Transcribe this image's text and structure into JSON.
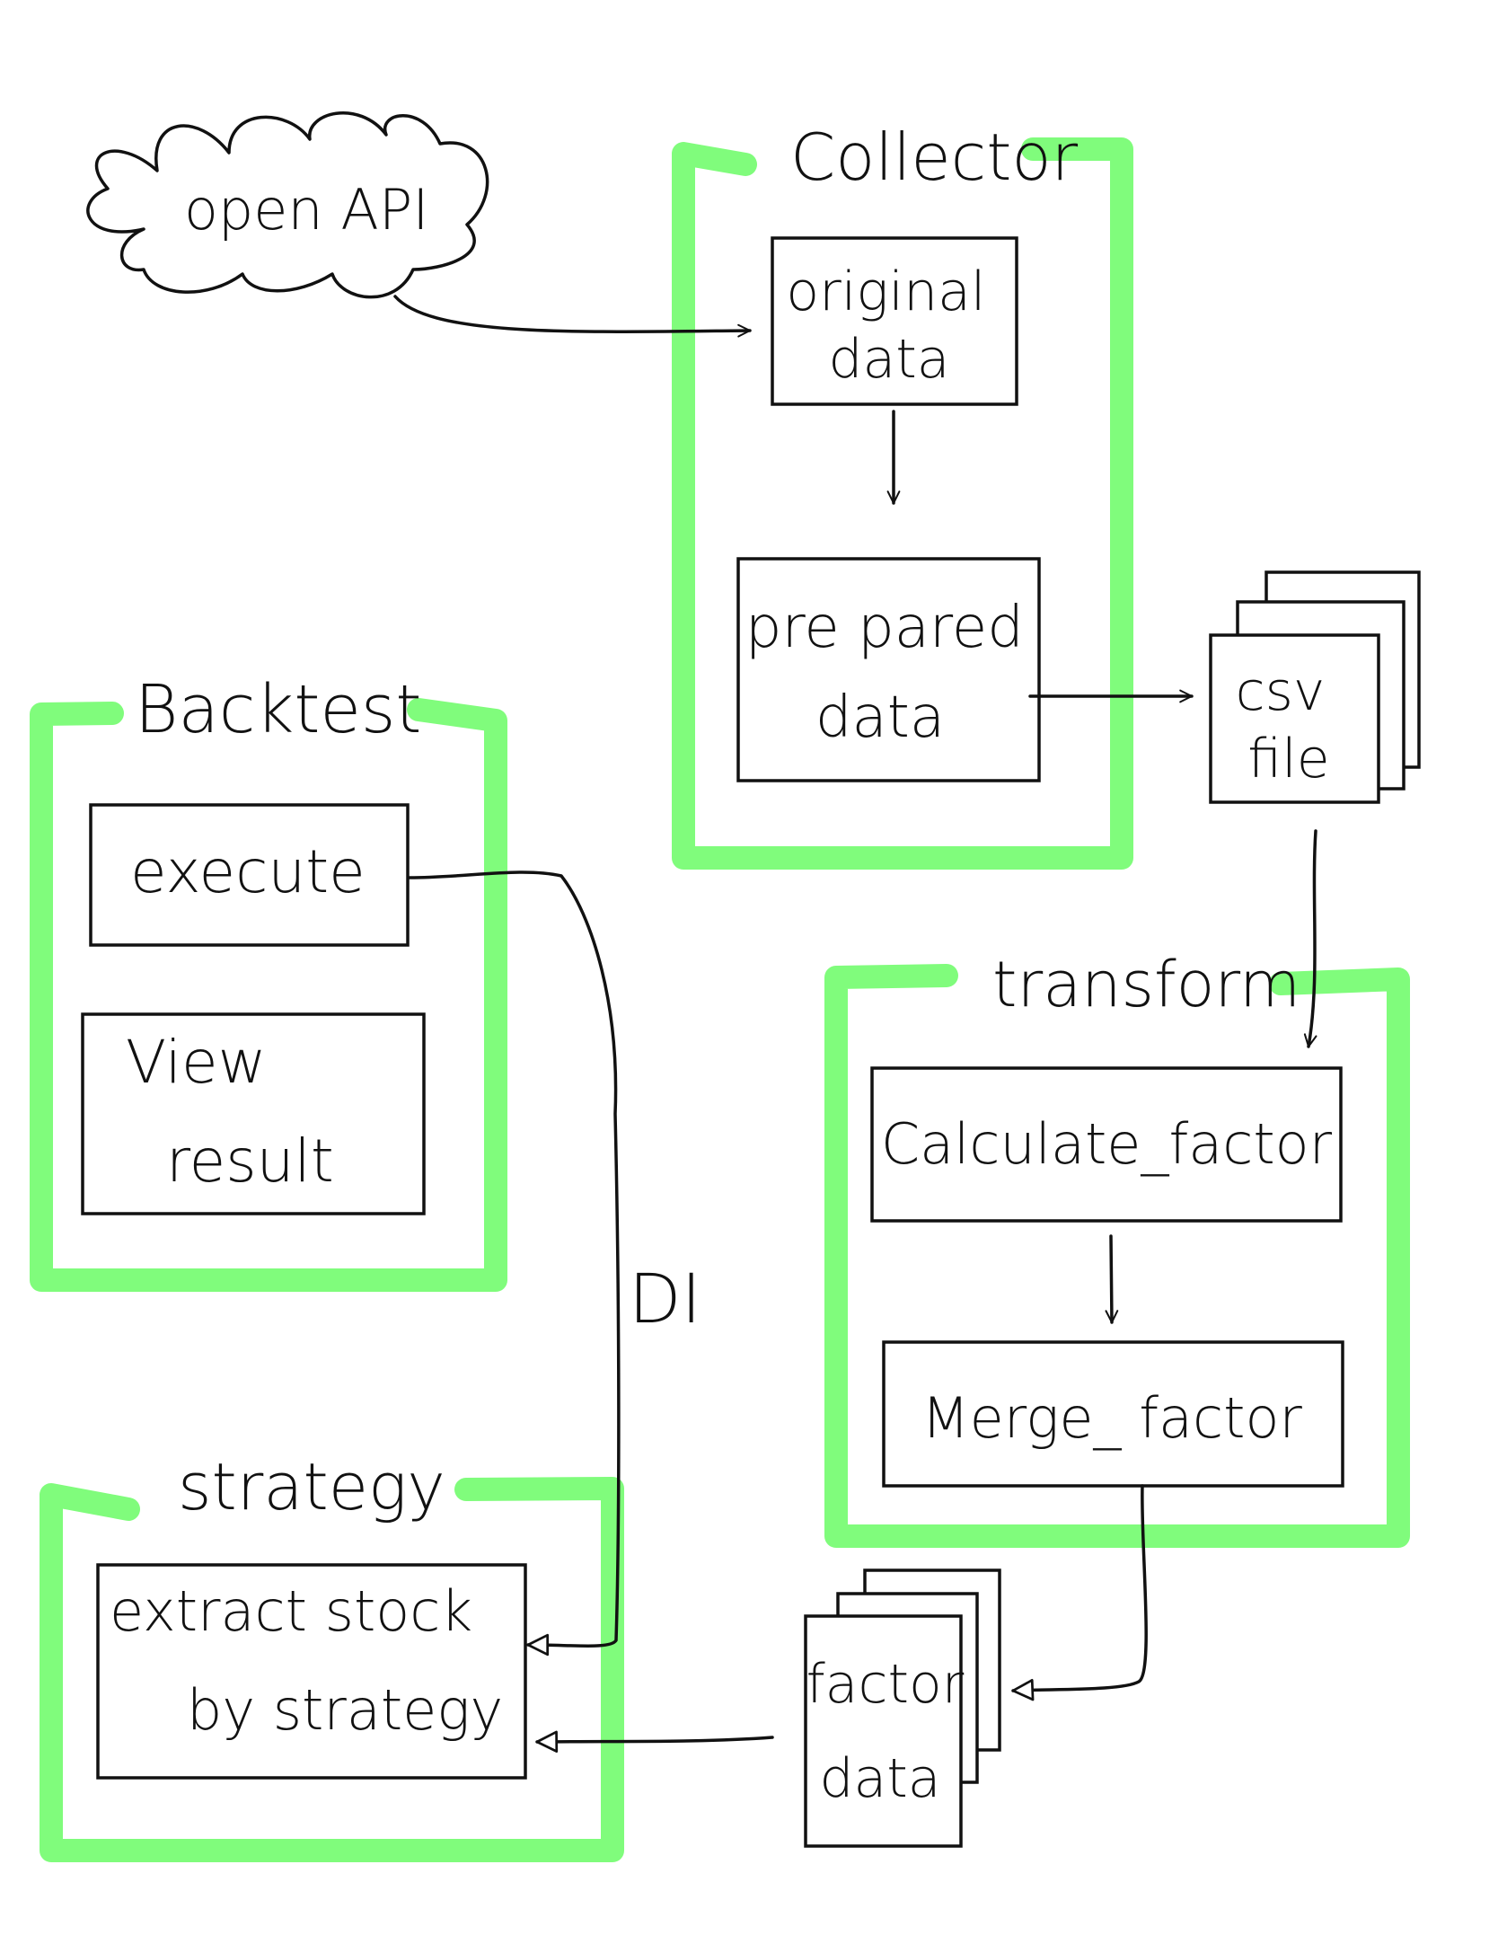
{
  "colors": {
    "group_frame": "#80fc7c",
    "ink": "#111111",
    "background": "#ffffff"
  },
  "source": {
    "label": "open API"
  },
  "groups": {
    "collector": {
      "title": "Collector",
      "nodes": {
        "original": [
          "original",
          "data"
        ],
        "prepared": [
          "pre pared",
          "data"
        ]
      }
    },
    "backtest": {
      "title": "Backtest",
      "nodes": {
        "execute": [
          "execute"
        ],
        "view": [
          "View",
          "result"
        ]
      }
    },
    "transform": {
      "title": "transform",
      "nodes": {
        "calculate": [
          "Calculate_factor"
        ],
        "merge": [
          "Merge_ factor"
        ]
      }
    },
    "strategy": {
      "title": "strategy",
      "nodes": {
        "extract": [
          "extract stock",
          "by strategy"
        ]
      }
    }
  },
  "files": {
    "csv": [
      "csv",
      "file"
    ],
    "factor": [
      "factor",
      "data"
    ]
  },
  "edge_labels": {
    "di": "DI"
  }
}
